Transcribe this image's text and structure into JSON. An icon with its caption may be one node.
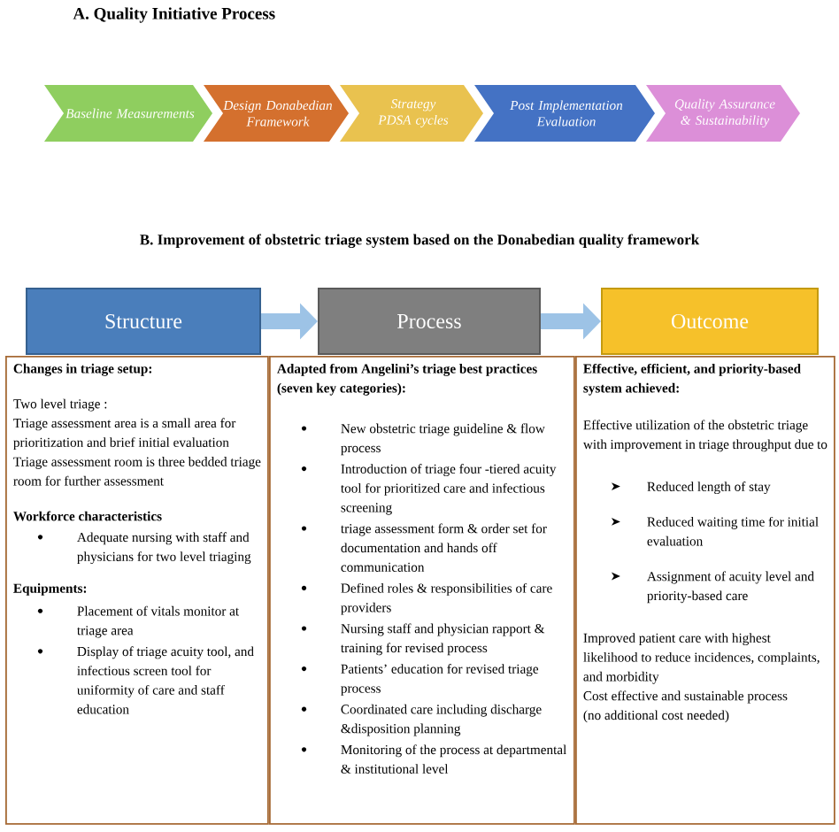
{
  "diagram": {
    "title": "A. Quality Initiative Process",
    "nodes": [
      {
        "text": [
          "Baseline Measurements"
        ]
      },
      {
        "text": [
          "Design Donabedian Framework"
        ]
      },
      {
        "text": [
          "Strategy PDSA cycles"
        ]
      },
      {
        "text": [
          "Post Implementation Evaluation"
        ]
      },
      {
        "text": [
          "Quality Assurance & Sustainability"
        ]
      },
      {
        "text": [
          "Structure"
        ]
      },
      {
        "text": [
          "Process"
        ]
      },
      {
        "text": [
          "Outcome"
        ]
      },
      {
        "text": [
          "Changes in triage setup:",
          "Two level triage :",
          "Triage assessment area is a small area for prioritization and brief initial evaluation",
          "Triage assessment room is three bedded triage room for further assessment",
          "Workforce characteristics",
          "Adequate nursing with staff and physicians for two level triaging",
          "Equipments:",
          "Placement of vitals monitor at triage area",
          "Display of triage acuity tool, and infectious screen tool for uniformity of care and staff education"
        ]
      },
      {
        "text": [
          "Adapted from Angelini’s triage best practices (seven key categories):",
          "New obstetric triage guideline & flow process",
          "Introduction of triage four -tiered acuity tool for prioritized care and infectious screening",
          "triage assessment form & order set for documentation and hands off communication",
          "Defined roles & responsibilities of care providers",
          "Nursing staff and physician rapport & training for revised process",
          "Patients’ education for revised triage process",
          "Coordinated care including discharge &disposition planning",
          "Monitoring of the process at departmental & institutional level"
        ]
      },
      {
        "text": [
          "Effective, efficient, and priority-based system achieved:",
          "Effective utilization of the obstetric triage with improvement in triage throughput due to",
          "Reduced length of stay",
          "Reduced waiting time for initial evaluation",
          "Assignment of acuity level and priority-based care",
          "Improved patient care with highest likelihood to reduce incidences, complaints, and morbidity",
          "Cost effective and sustainable process",
          "(no additional cost needed)"
        ]
      }
    ],
    "edges": [
      {
        "from": 5,
        "to": 6,
        "arrow": "to"
      },
      {
        "from": 6,
        "to": 7,
        "arrow": "to"
      }
    ],
    "labels": [
      "B. Improvement of obstetric triage system based on the Donabedian quality framework"
    ]
  }
}
